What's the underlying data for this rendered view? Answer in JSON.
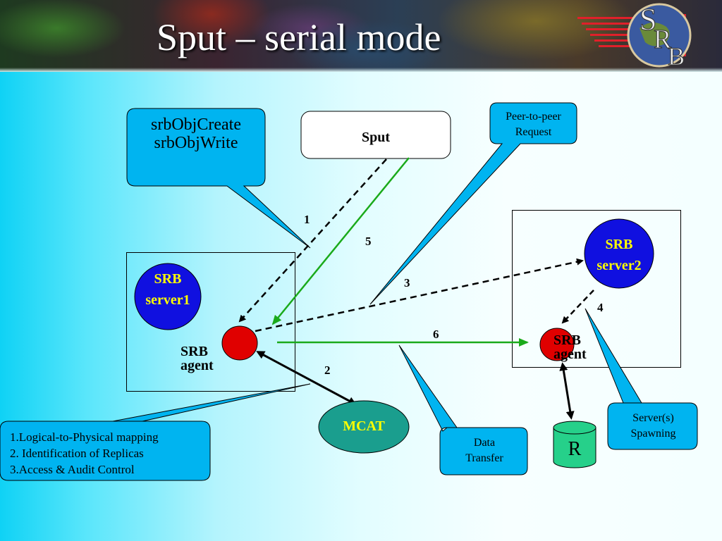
{
  "slide": {
    "title": "Sput – serial mode"
  },
  "logo": {
    "letters": [
      "S",
      "R",
      "B"
    ],
    "icon": "srb-globe-logo"
  },
  "colors": {
    "callout_fill": "#00b4f0",
    "server_fill": "#1010e0",
    "server_text": "#ffff00",
    "agent_fill": "#e00000",
    "mcat_fill": "#1a9e8e",
    "resource_fill": "#26d08a",
    "data_arrow": "#1aaa1a",
    "control_arrow": "#000000"
  },
  "diagram": {
    "sput": {
      "label": "Sput"
    },
    "callouts": {
      "client_calls": [
        "srbObjCreate",
        "srbObjWrite"
      ],
      "peer_request": [
        "Peer-to-peer",
        "Request"
      ],
      "mcat_functions": [
        "1.Logical-to-Physical mapping",
        "2. Identification of Replicas",
        "3.Access & Audit Control"
      ],
      "data_transfer": [
        "Data",
        "Transfer"
      ],
      "server_spawning": [
        "Server(s)",
        "Spawning"
      ]
    },
    "server1": {
      "label": [
        "SRB",
        "server1"
      ]
    },
    "server2": {
      "label": [
        "SRB",
        "server2"
      ]
    },
    "agent1": {
      "label": [
        "SRB",
        "agent"
      ]
    },
    "agent2": {
      "label": [
        "SRB",
        "agent"
      ]
    },
    "mcat": {
      "label": "MCAT"
    },
    "resource": {
      "label": "R"
    },
    "steps": [
      "1",
      "2",
      "3",
      "4",
      "5",
      "6"
    ]
  }
}
